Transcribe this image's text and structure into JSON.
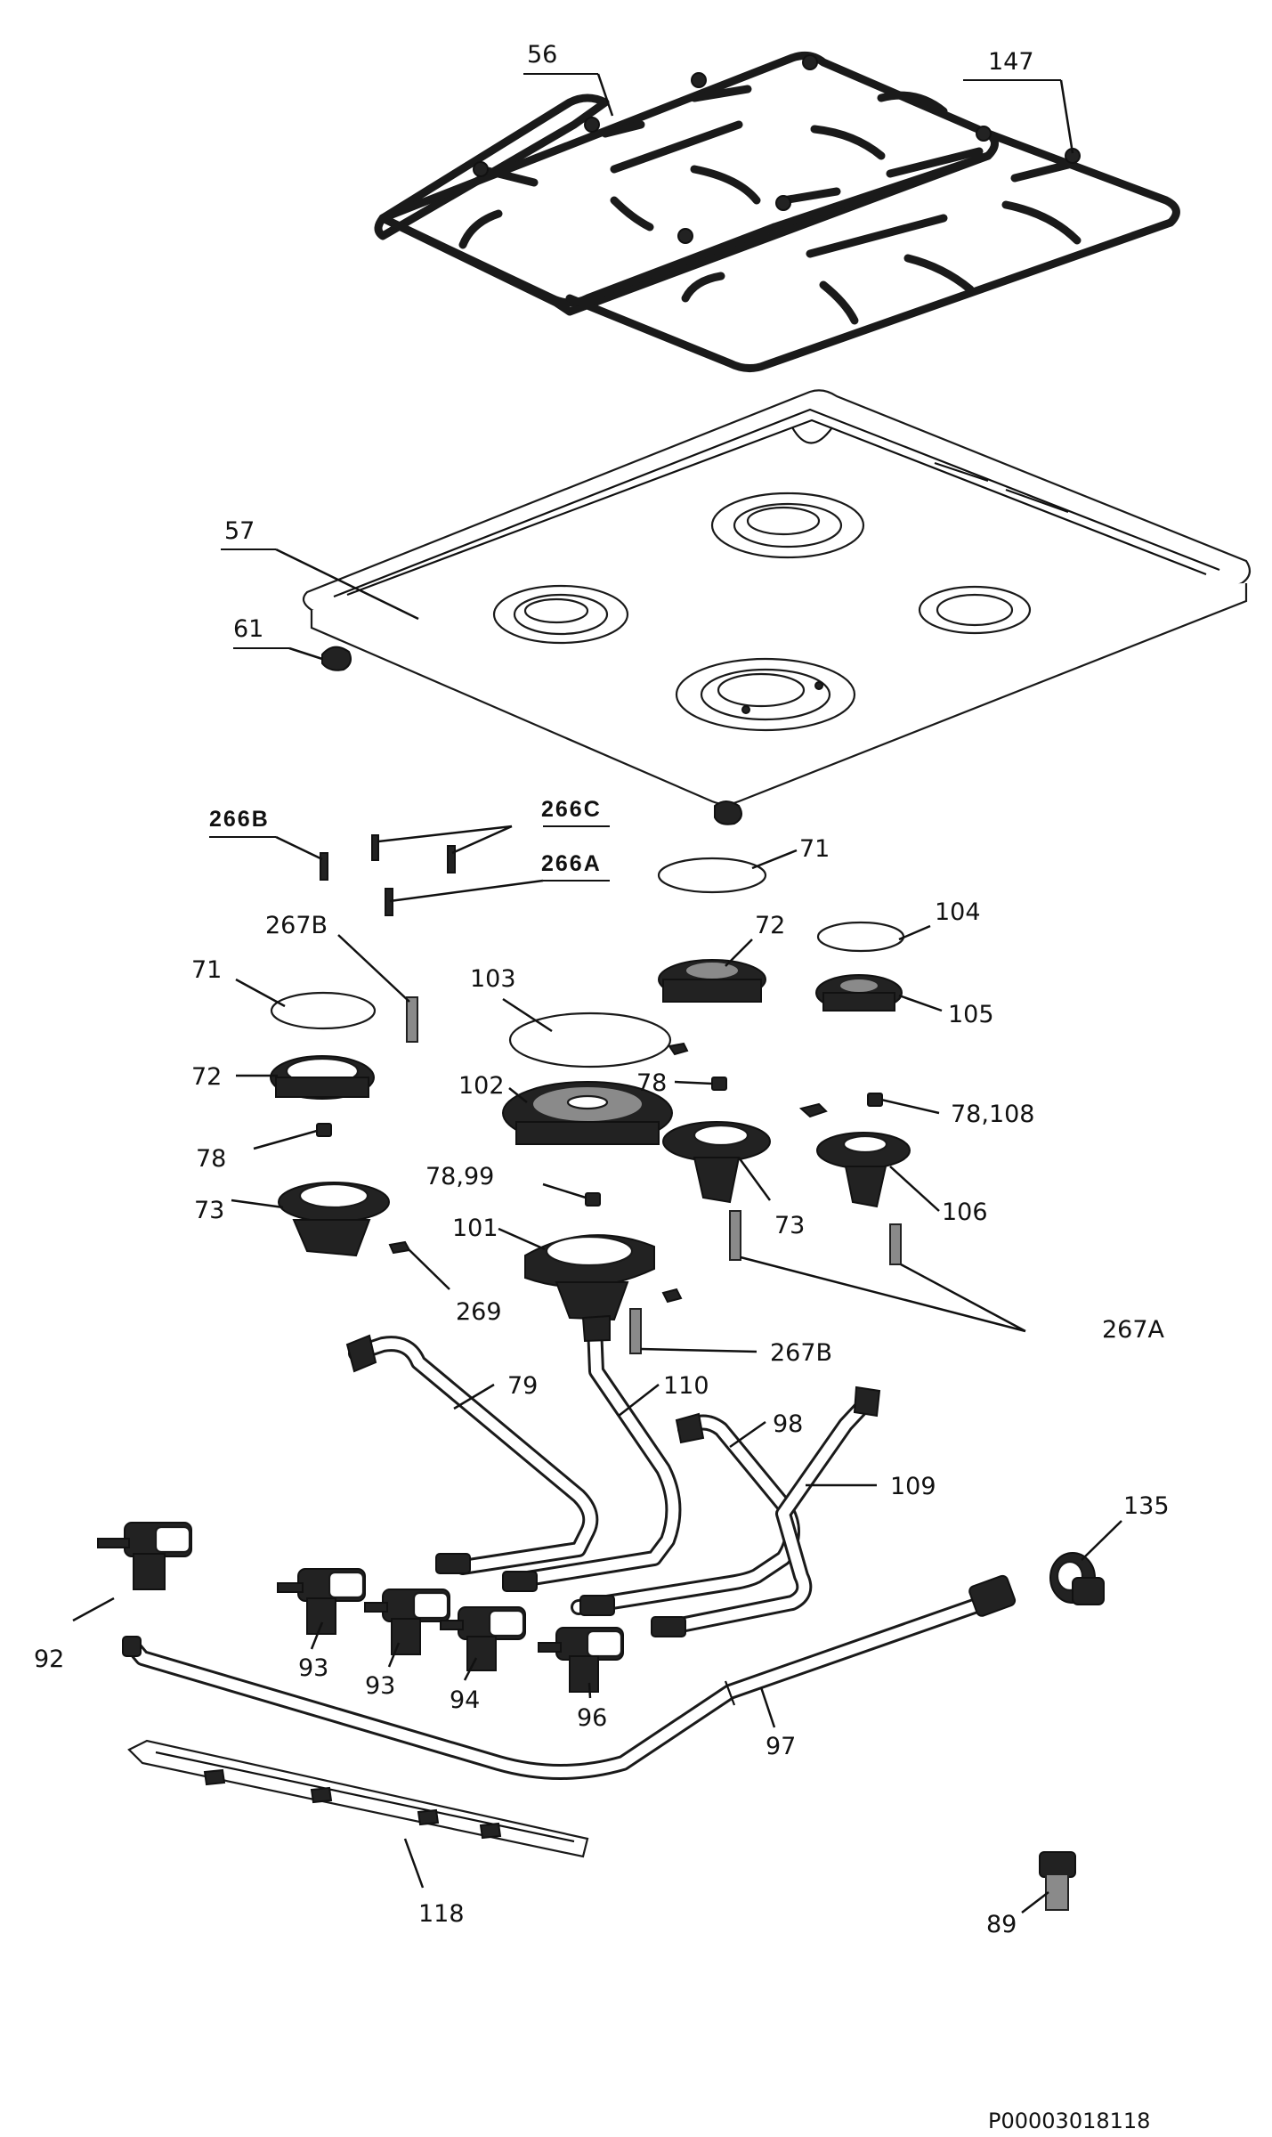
{
  "labels": {
    "l56": "56",
    "l147": "147",
    "l57": "57",
    "l61": "61",
    "l266b": "266B",
    "l266c": "266C",
    "l266a": "266A",
    "l71a": "71",
    "l71b": "71",
    "l267b_top": "267B",
    "l104": "104",
    "l72a": "72",
    "l72b": "72",
    "l103": "103",
    "l105": "105",
    "l102": "102",
    "l78a": "78",
    "l78b": "78",
    "l78_108": "78,108",
    "l78_99": "78,99",
    "l73a": "73",
    "l73b": "73",
    "l106": "106",
    "l101": "101",
    "l269": "269",
    "l267a": "267A",
    "l267b_bot": "267B",
    "l79": "79",
    "l110": "110",
    "l98": "98",
    "l109": "109",
    "l135": "135",
    "l92": "92",
    "l93a": "93",
    "l93b": "93",
    "l94": "94",
    "l96": "96",
    "l97": "97",
    "l118": "118",
    "l89": "89"
  },
  "footer": {
    "code": "P00003018118"
  }
}
